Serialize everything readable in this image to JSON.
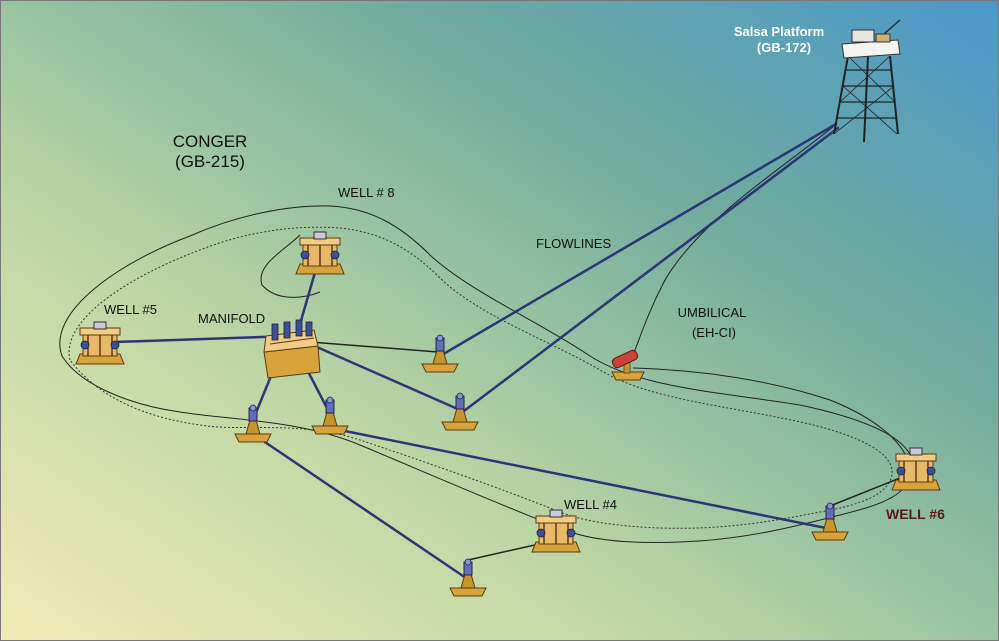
{
  "labels": {
    "field_name": "CONGER",
    "field_block": "(GB-215)",
    "platform_name": "Salsa Platform",
    "platform_block": "(GB-172)",
    "well8": "WELL # 8",
    "well5": "WELL #5",
    "well4": "WELL #4",
    "well6": "WELL #6",
    "manifold": "MANIFOLD",
    "flowlines": "FLOWLINES",
    "umbilical": "UMBILICAL",
    "umbilical_type": "(EH-CI)"
  },
  "colors": {
    "flowline": "#2c3575",
    "equipment_base": "#d9a33b",
    "tree_top": "#e8c27a",
    "ground_top": "#4f9ac9",
    "ground_bottom": "#efe9b8"
  }
}
